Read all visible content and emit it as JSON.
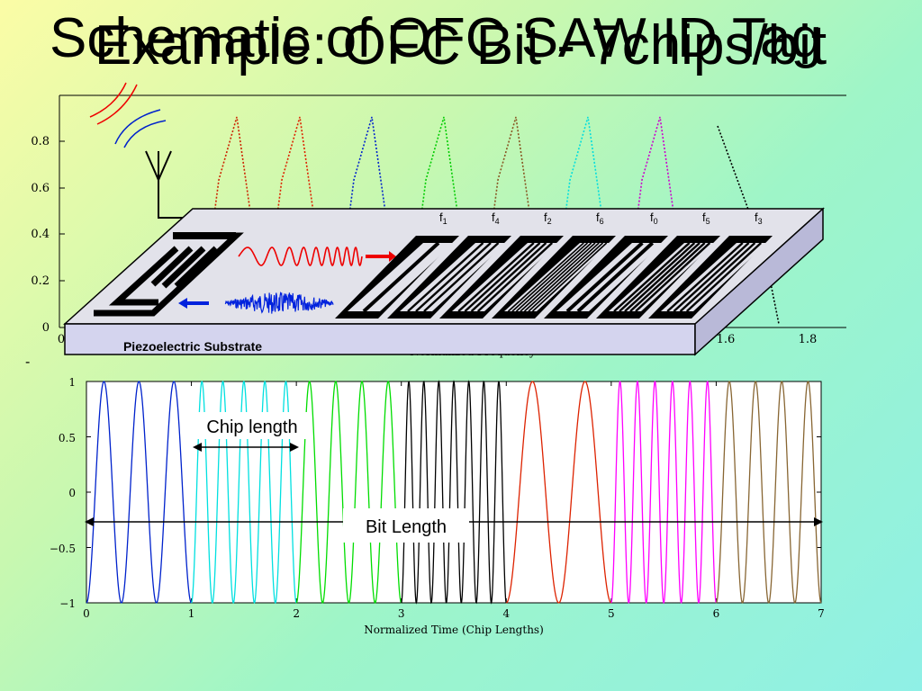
{
  "slide": {
    "title_back": "Schematic of OFC SAW ID Tag",
    "title_front": "Example: OFC Bit - 7chips/bit"
  },
  "top_plot": {
    "xlabel": "Normalized Frequency",
    "x_ticks": [
      "0",
      "1.6",
      "1.8"
    ],
    "y_ticks": [
      "0",
      "0.2",
      "0.4",
      "0.6",
      "0.8"
    ]
  },
  "device": {
    "substrate_label": "Piezoelectric Substrate",
    "frequencies": [
      "f1",
      "f4",
      "f2",
      "f6",
      "f0",
      "f5",
      "f3"
    ],
    "freq_main": "f",
    "freq_subs": [
      "1",
      "4",
      "2",
      "6",
      "0",
      "5",
      "3"
    ]
  },
  "bottom_plot": {
    "xlabel": "Normalized Time (Chip Lengths)",
    "x_ticks": [
      "0",
      "1",
      "2",
      "3",
      "4",
      "5",
      "6",
      "7"
    ],
    "y_ticks": [
      "1",
      "0.5",
      "0",
      "−0.5",
      "−1"
    ],
    "chip_label": "Chip length",
    "bit_label": "Bit Length"
  },
  "chart_data": {
    "type": "line",
    "xlabel": "Normalized Time (Chip Lengths)",
    "ylabel": "",
    "xlim": [
      0,
      7
    ],
    "ylim": [
      -1,
      1
    ],
    "waveform": "cosine",
    "series": [
      {
        "chip": 0,
        "x": [
          0,
          1
        ],
        "cycles": 3,
        "color": "#0022cc"
      },
      {
        "chip": 1,
        "x": [
          1,
          2
        ],
        "cycles": 5,
        "color": "#00e0e0"
      },
      {
        "chip": 2,
        "x": [
          2,
          3
        ],
        "cycles": 4,
        "color": "#00dd00"
      },
      {
        "chip": 3,
        "x": [
          3,
          4
        ],
        "cycles": 7,
        "color": "#000000"
      },
      {
        "chip": 4,
        "x": [
          4,
          5
        ],
        "cycles": 2,
        "color": "#dd2200"
      },
      {
        "chip": 5,
        "x": [
          5,
          6
        ],
        "cycles": 6,
        "color": "#ff00ff"
      },
      {
        "chip": 6,
        "x": [
          6,
          7
        ],
        "cycles": 4,
        "color": "#886633"
      }
    ]
  }
}
